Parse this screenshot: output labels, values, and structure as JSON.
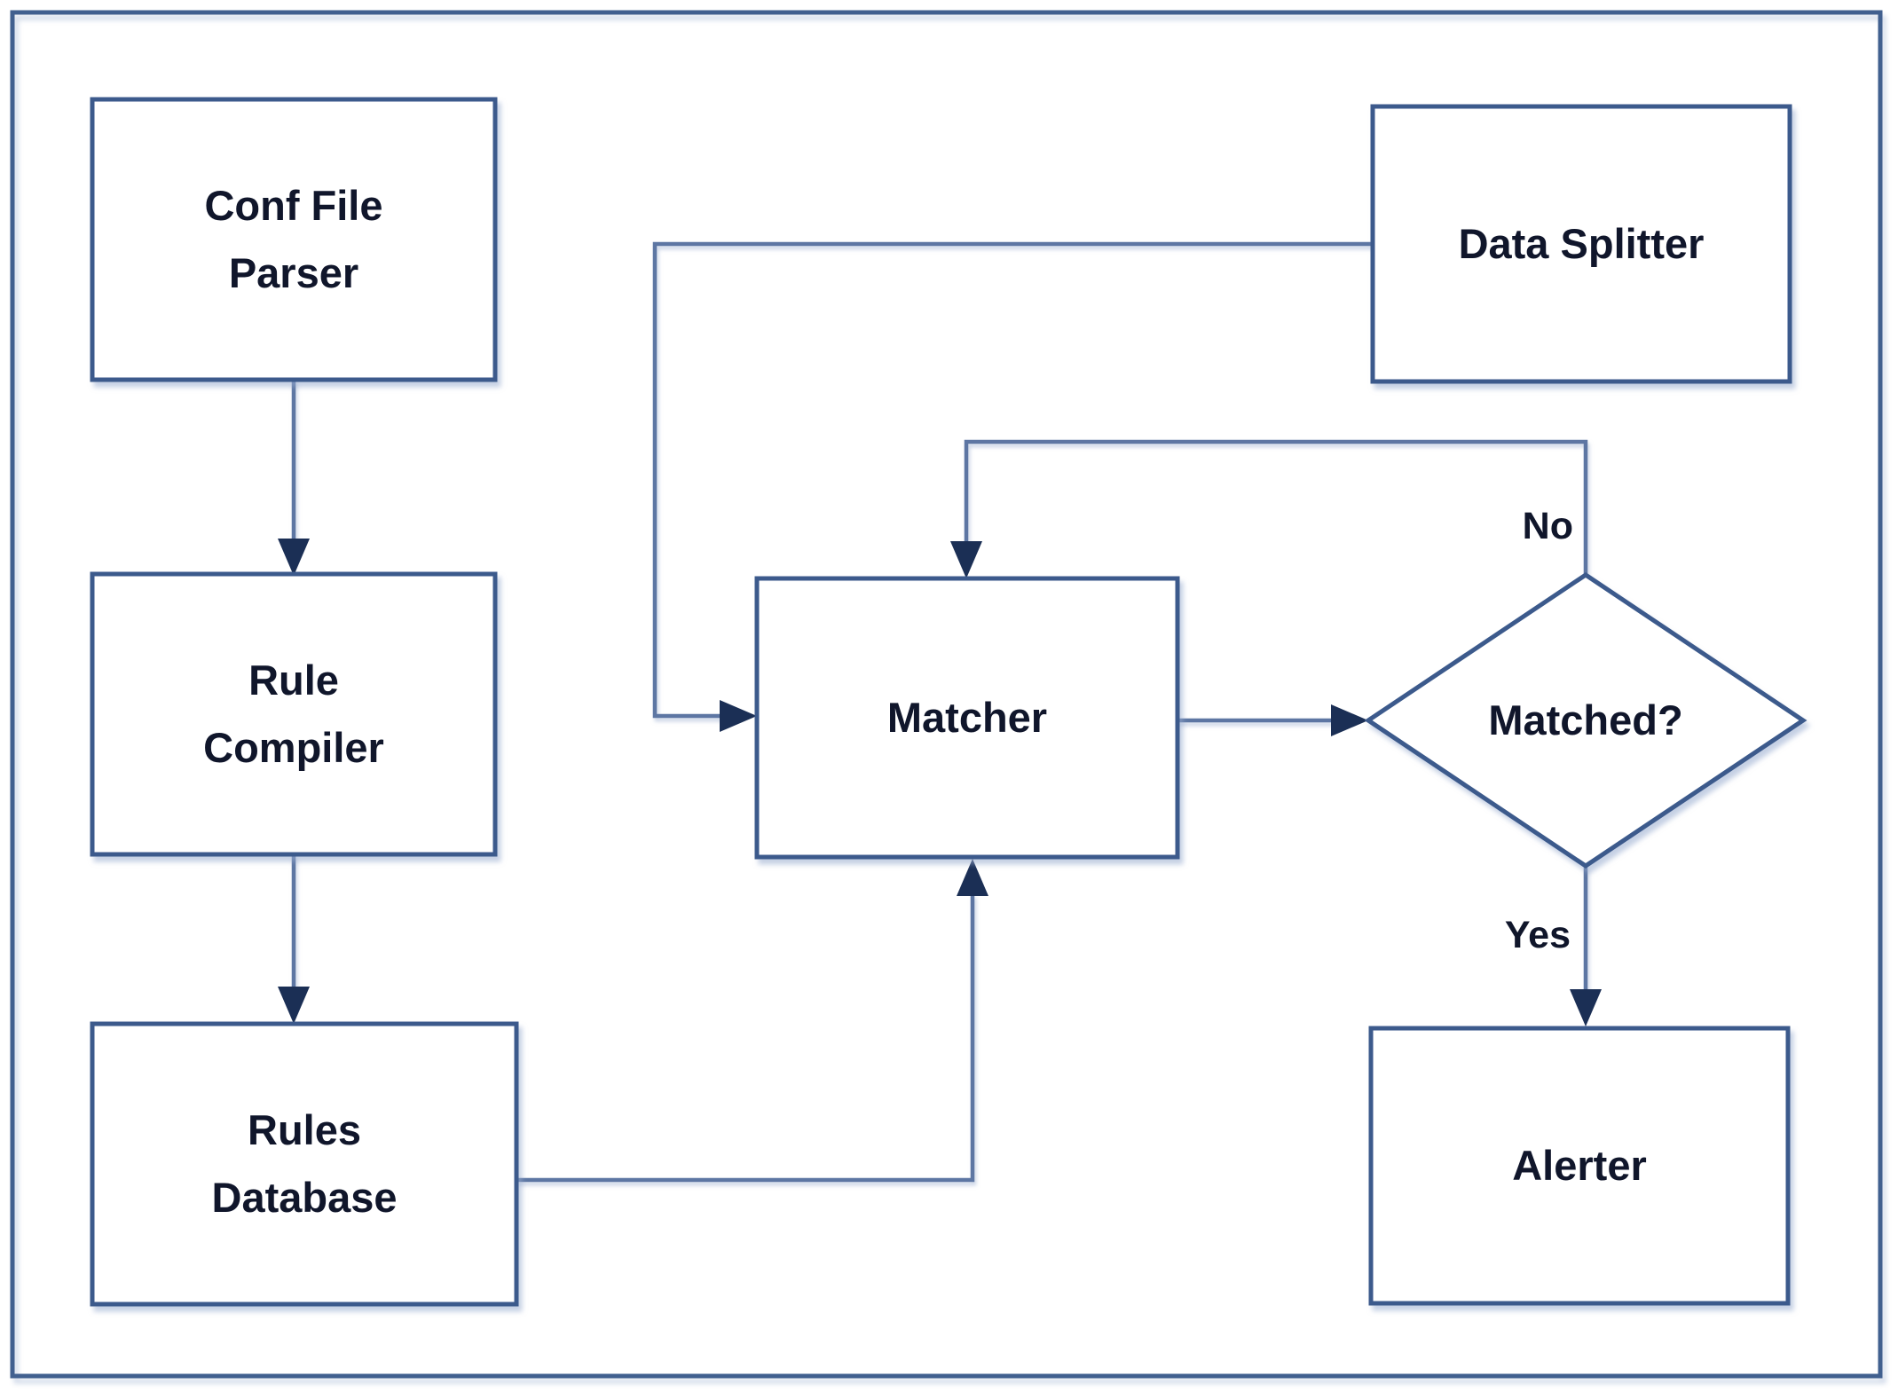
{
  "diagram": {
    "type": "flowchart",
    "nodes": {
      "conf_file_parser": {
        "shape": "rectangle",
        "line1": "Conf File",
        "line2": "Parser"
      },
      "rule_compiler": {
        "shape": "rectangle",
        "line1": "Rule",
        "line2": "Compiler"
      },
      "rules_database": {
        "shape": "rectangle",
        "line1": "Rules",
        "line2": "Database"
      },
      "data_splitter": {
        "shape": "rectangle",
        "label": "Data Splitter"
      },
      "matcher": {
        "shape": "rectangle",
        "label": "Matcher"
      },
      "matched_decision": {
        "shape": "diamond",
        "label": "Matched?"
      },
      "alerter": {
        "shape": "rectangle",
        "label": "Alerter"
      }
    },
    "edges": {
      "no_label": "No",
      "yes_label": "Yes",
      "connections": [
        "Conf File Parser -> Rule Compiler",
        "Rule Compiler -> Rules Database",
        "Rules Database -> Matcher",
        "Data Splitter -> Matcher",
        "Matcher -> Matched?",
        "Matched? -No-> Matcher",
        "Matched? -Yes-> Alerter"
      ]
    },
    "colors": {
      "box_border": "#3c5a8c",
      "connector_line": "#5d76a3",
      "arrowhead": "#1b2f55",
      "text": "#10162b",
      "background": "#ffffff"
    }
  }
}
